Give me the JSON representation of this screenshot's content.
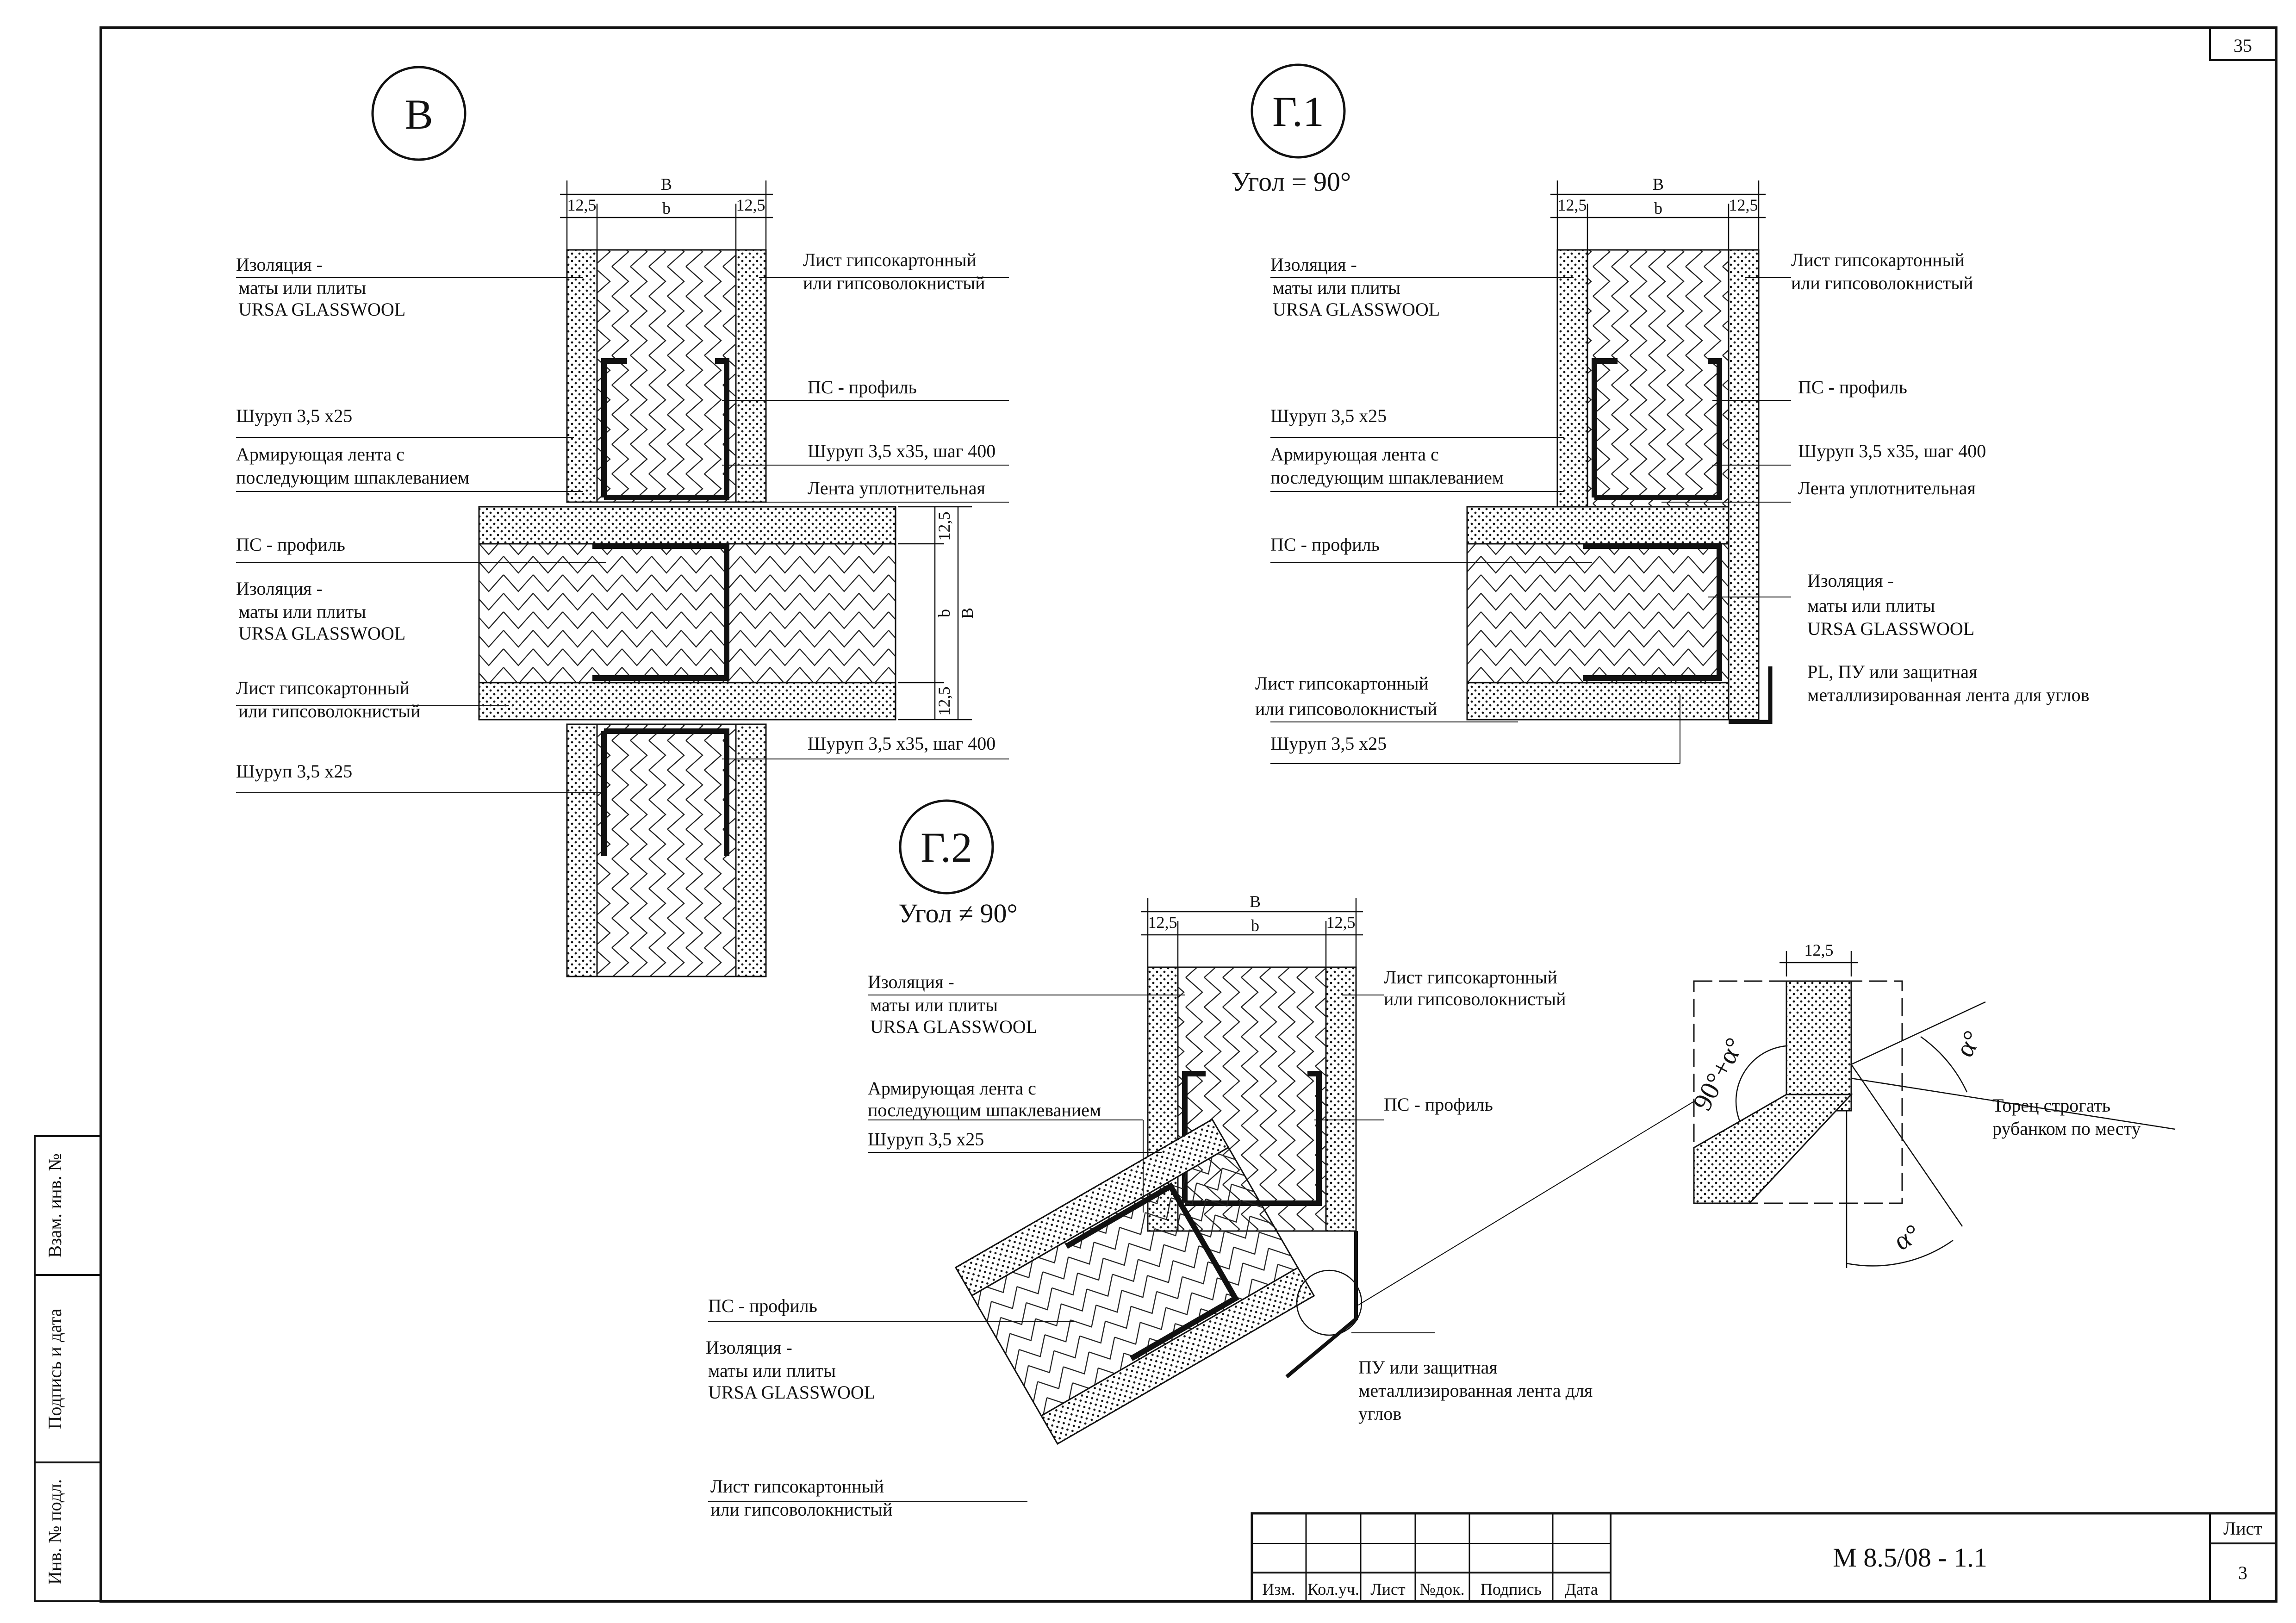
{
  "sheet": {
    "page_number": "35",
    "sheet_label": "Лист",
    "sheet_number": "3",
    "document_code": "М 8.5/08 - 1.1"
  },
  "stamp": {
    "headers": [
      "Изм.",
      "Кол.уч.",
      "Лист",
      "№док.",
      "Подпись",
      "Дата"
    ]
  },
  "side_stamp": {
    "inv_orig": "Инв. № подл.",
    "sign_date": "Подпись и дата",
    "vzam_inv": "Взам. инв. №"
  },
  "dims": {
    "B": "B",
    "b": "b",
    "t": "12,5"
  },
  "detail_v": {
    "title": "В",
    "labels": {
      "insulation_1": "Изоляция -",
      "insulation_2": "маты или плиты",
      "insulation_3": "URSA GLASSWOOL",
      "screw_25": "Шуруп 3,5 х25",
      "tape_1": "Армирующая лента с",
      "tape_2": "последующим шпаклеванием",
      "ps_profile": "ПС - профиль",
      "ins2_1": "Изоляция -",
      "ins2_2": "маты или плиты",
      "ins2_3": "URSA GLASSWOOL",
      "board2_1": "Лист гипсокартонный",
      "board2_2": "или гипсоволокнистый",
      "screw_25b": "Шуруп 3,5 х25",
      "board_1": "Лист гипсокартонный",
      "board_2": "или гипсоволокнистый",
      "ps_profile_r": "ПС - профиль",
      "screw_35": "Шуруп 3,5 х35, шаг 400",
      "seal_tape": "Лента уплотнительная",
      "screw_35b": "Шуруп 3,5 х35, шаг 400"
    }
  },
  "detail_g1": {
    "title": "Г.1",
    "angle": "Угол = 90°",
    "labels": {
      "insulation_1": "Изоляция -",
      "insulation_2": "маты или плиты",
      "insulation_3": "URSA GLASSWOOL",
      "screw_25": "Шуруп 3,5 х25",
      "tape_1": "Армирующая лента с",
      "tape_2": "последующим шпаклеванием",
      "ps_profile": "ПС - профиль",
      "board2_1": "Лист гипсокартонный",
      "board2_2": "или гипсоволокнистый",
      "screw_25b": "Шуруп 3,5 х25",
      "board_1": "Лист гипсокартонный",
      "board_2": "или гипсоволокнистый",
      "ps_profile_r": "ПС - профиль",
      "screw_35": "Шуруп 3,5 х35, шаг 400",
      "seal_tape": "Лента уплотнительная",
      "ins_r1": "Изоляция -",
      "ins_r2": "маты или плиты",
      "ins_r3": "URSA GLASSWOOL",
      "corner_1": "PL, ПУ или защитная",
      "corner_2": "металлизированная лента для углов"
    }
  },
  "detail_g2": {
    "title": "Г.2",
    "angle": "Угол ≠ 90°",
    "labels": {
      "insulation_1": "Изоляция -",
      "insulation_2": "маты или плиты",
      "insulation_3": "URSA GLASSWOOL",
      "tape_1": "Армирующая лента с",
      "tape_2": "последующим шпаклеванием",
      "screw_25": "Шуруп 3,5 х25",
      "board_1": "Лист гипсокартонный",
      "board_2": "или гипсоволокнистый",
      "ps_profile_r": "ПС - профиль",
      "ps_profile": "ПС - профиль",
      "ins2_1": "Изоляция -",
      "ins2_2": "маты или плиты",
      "ins2_3": "URSA GLASSWOOL",
      "board2_1": "Лист гипсокартонный",
      "board2_2": "или гипсоволокнистый",
      "corner_1": "ПУ или защитная",
      "corner_2": "металлизированная лента для",
      "corner_3": "углов"
    }
  },
  "detail_end": {
    "angle_sum": "90°+α°",
    "alpha": "α°",
    "note_1": "Торец строгать",
    "note_2": "рубанком по месту"
  }
}
